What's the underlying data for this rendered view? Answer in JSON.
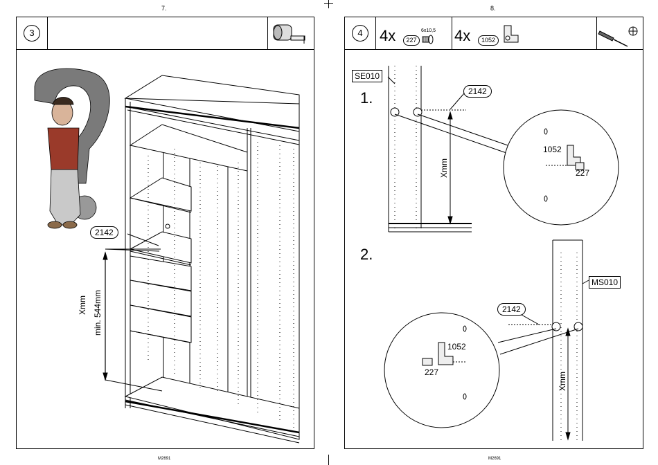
{
  "left_page": {
    "page_number": "7.",
    "footer": "M2691",
    "step": "3",
    "callouts": {
      "part": "2142",
      "dimension": "Xmm",
      "minimum": "min. 544mm"
    }
  },
  "right_page": {
    "page_number": "8.",
    "footer": "M2691",
    "step": "4",
    "parts": [
      {
        "quantity": "4x",
        "part_no": "227",
        "spec": "6x10,5",
        "icon": "screw-icon"
      },
      {
        "quantity": "4x",
        "part_no": "1052",
        "icon": "shelf-support-icon"
      }
    ],
    "tool_icon": "phillips-screwdriver-icon",
    "substep1": {
      "number": "1.",
      "panel_label": "SE010",
      "part": "2142",
      "dimension": "Xmm",
      "detail_labels": [
        "1052",
        "227"
      ]
    },
    "substep2": {
      "number": "2.",
      "panel_label": "MS010",
      "part": "2142",
      "dimension": "Xmm",
      "detail_labels": [
        "1052",
        "227"
      ]
    }
  }
}
